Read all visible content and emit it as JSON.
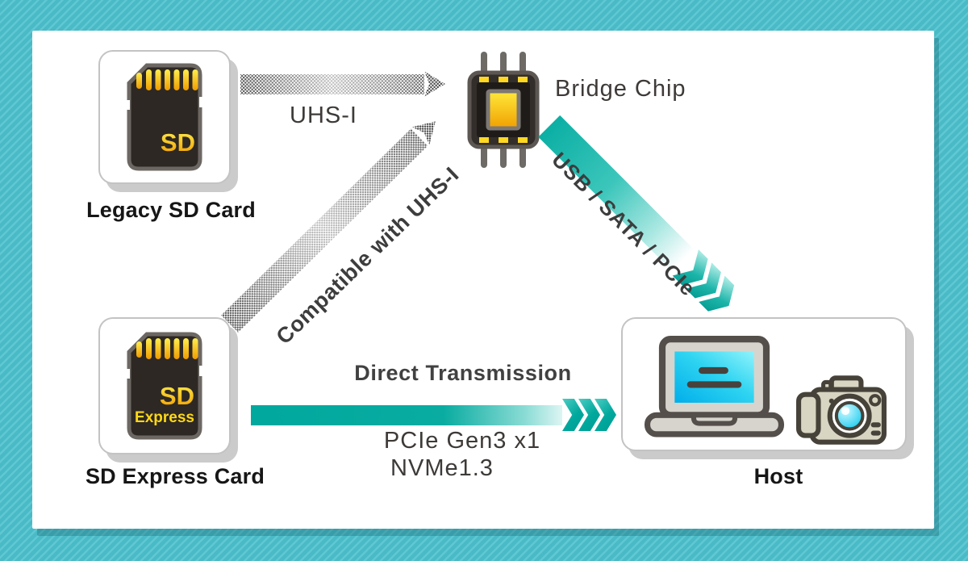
{
  "scene": {
    "background_color": "#49bac6",
    "panel_color": "#ffffff"
  },
  "nodes": {
    "legacy_card": {
      "label": "Legacy SD Card",
      "card_text": "SD"
    },
    "express_card": {
      "label": "SD Express Card",
      "card_text_top": "SD",
      "card_text_bottom": "Express"
    },
    "bridge_chip": {
      "label": "Bridge Chip"
    },
    "host": {
      "label": "Host"
    }
  },
  "connections": {
    "uhs1": {
      "label": "UHS-I",
      "type": "halftone-dotted-arrow"
    },
    "compatible_uhs1": {
      "label": "Compatible with UHS-I",
      "type": "halftone-dotted-arrow"
    },
    "usb_sata_pcie": {
      "label": "USB / SATA / PCIe",
      "type": "teal-ribbon-arrow"
    },
    "direct": {
      "label": "Direct Transmission",
      "spec_line1": "PCIe Gen3 x1",
      "spec_line2": "NVMe1.3",
      "type": "teal-bar-arrow"
    }
  },
  "colors": {
    "arrow_teal": "#00a89d",
    "halftone_dot_gray": "#4a4a4a",
    "card_yellow": "#ffd20a",
    "card_orange": "#f09c00",
    "card_body_dark": "#2d2824",
    "screen_cyan": "#00b0ec",
    "node_label_dark": "#161616",
    "tech_text_gray": "#3d3a38"
  }
}
